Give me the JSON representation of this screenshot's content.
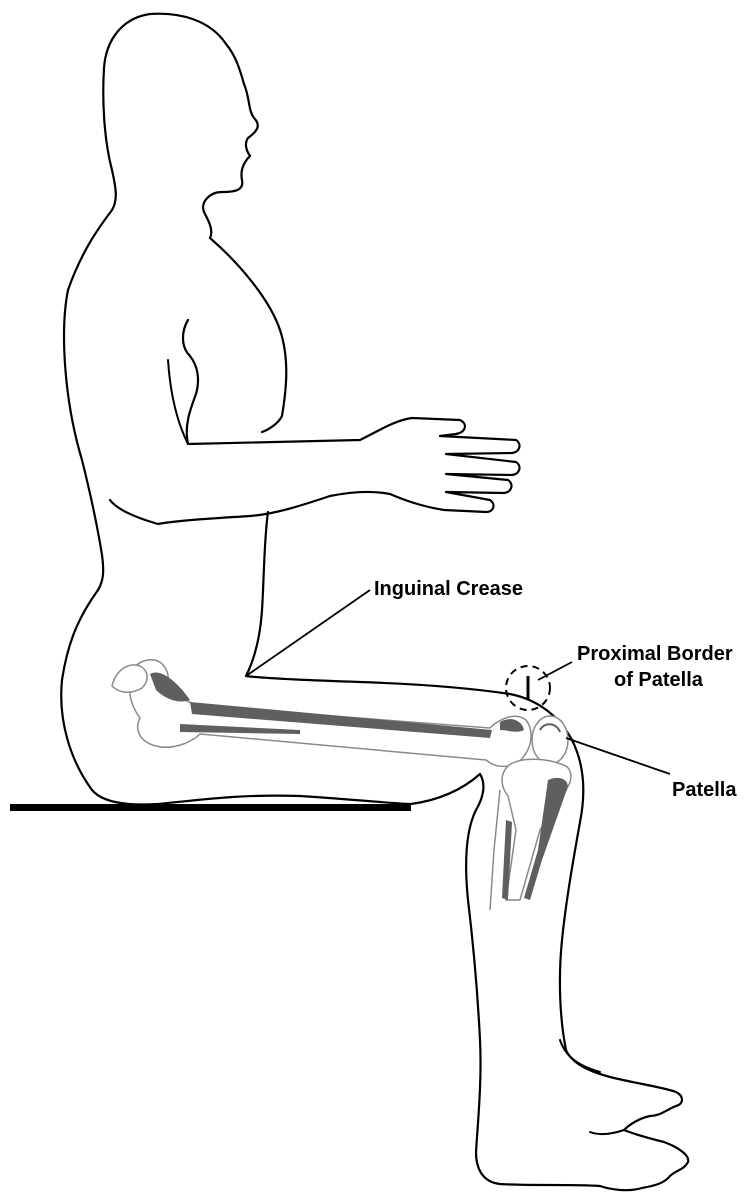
{
  "labels": {
    "inguinal_crease": "Inguinal Crease",
    "proximal_border_line1": "Proximal Border",
    "proximal_border_line2": "of Patella",
    "patella": "Patella"
  },
  "colors": {
    "outline": "#000000",
    "bone_fill": "#5f5f5f",
    "bone_outline": "#8a8a8a",
    "background": "#ffffff"
  }
}
